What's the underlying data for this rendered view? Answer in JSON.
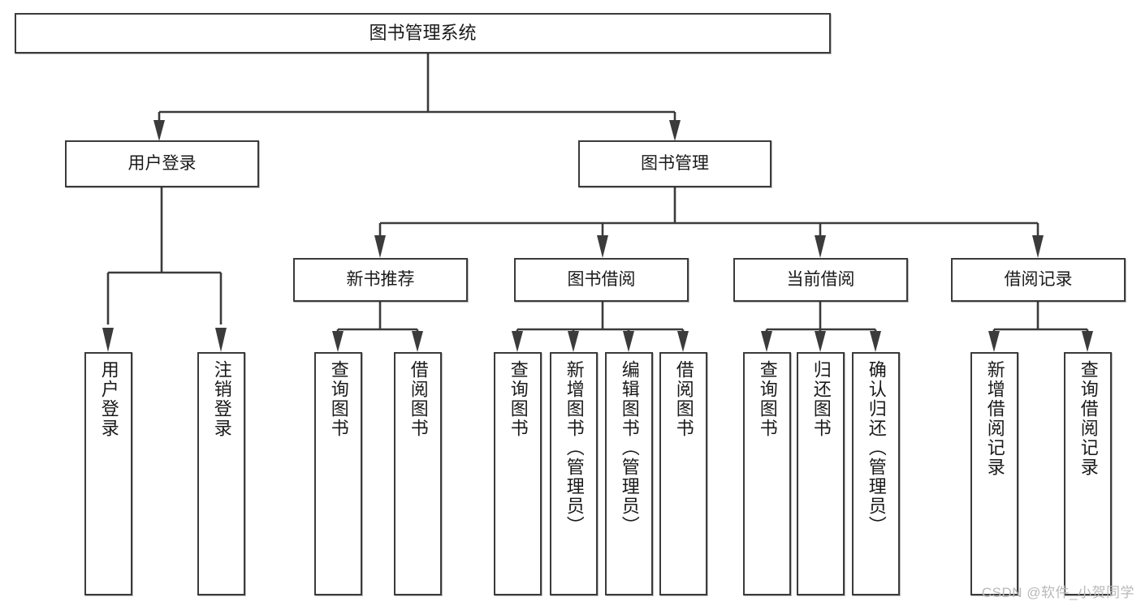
{
  "diagram": {
    "title": "图书管理系统",
    "type": "hierarchy-tree",
    "watermark": "CSDN @软件_小贺同学",
    "root": {
      "label": "图书管理系统"
    },
    "level2": [
      {
        "label": "用户登录"
      },
      {
        "label": "图书管理"
      }
    ],
    "level3": [
      {
        "label": "新书推荐"
      },
      {
        "label": "图书借阅"
      },
      {
        "label": "当前借阅"
      },
      {
        "label": "借阅记录"
      }
    ],
    "leaves": {
      "user_login": [
        {
          "label": "用户登录"
        },
        {
          "label": "注销登录"
        }
      ],
      "new_book_recommend": [
        {
          "label": "查询图书"
        },
        {
          "label": "借阅图书"
        }
      ],
      "book_borrow": [
        {
          "label": "查询图书"
        },
        {
          "label": "新增图书（管理员）"
        },
        {
          "label": "编辑图书（管理员）"
        },
        {
          "label": "借阅图书"
        }
      ],
      "current_borrow": [
        {
          "label": "查询图书"
        },
        {
          "label": "归还图书"
        },
        {
          "label": "确认归还（管理员）"
        }
      ],
      "borrow_record": [
        {
          "label": "新增借阅记录"
        },
        {
          "label": "查询借阅记录"
        }
      ]
    },
    "colors": {
      "stroke": "#3b3b3b",
      "fill": "#ffffff",
      "text": "#1a1a1a",
      "watermark": "#b9b9b9"
    }
  }
}
